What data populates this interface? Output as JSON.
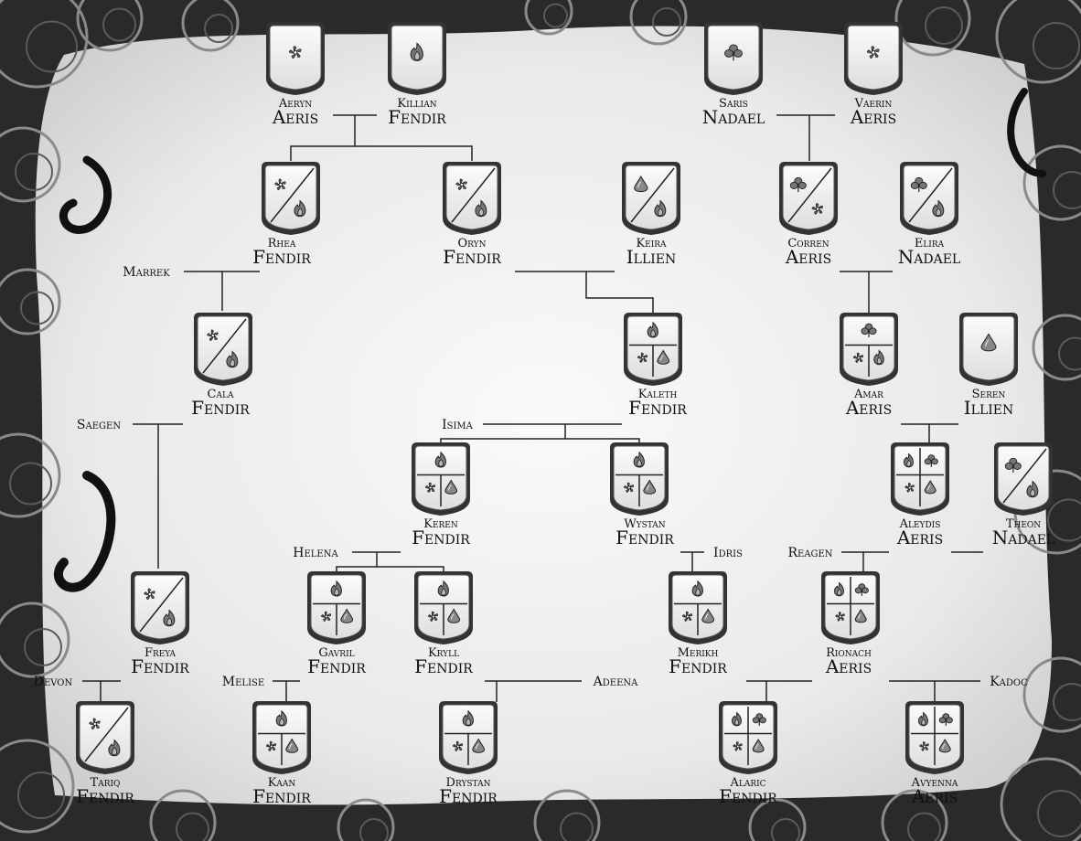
{
  "colors": {
    "parchment": "#efefef",
    "ink": "#111111",
    "frame": "#2a2a2a",
    "shield_fill": "#f4f4f4"
  },
  "people": [
    {
      "id": "aeryn",
      "given": "Aeryn",
      "family": "Aeris",
      "crest": [
        "wind"
      ]
    },
    {
      "id": "killian",
      "given": "Killian",
      "family": "Fendir",
      "crest": [
        "fire"
      ]
    },
    {
      "id": "saris",
      "given": "Saris",
      "family": "Nadael",
      "crest": [
        "leaf"
      ]
    },
    {
      "id": "vaerin",
      "given": "Vaerin",
      "family": "Aeris",
      "crest": [
        "wind"
      ]
    },
    {
      "id": "rhea",
      "given": "Rhea",
      "family": "Fendir",
      "crest": [
        "wind",
        "fire"
      ]
    },
    {
      "id": "oryn",
      "given": "Oryn",
      "family": "Fendir",
      "crest": [
        "wind",
        "fire"
      ]
    },
    {
      "id": "keira",
      "given": "Keira",
      "family": "Illien",
      "crest": [
        "water",
        "fire"
      ]
    },
    {
      "id": "corren",
      "given": "Corren",
      "family": "Aeris",
      "crest": [
        "leaf",
        "wind"
      ]
    },
    {
      "id": "elira",
      "given": "Elira",
      "family": "Nadael",
      "crest": [
        "leaf",
        "fire"
      ]
    },
    {
      "id": "cala",
      "given": "Cala",
      "family": "Fendir",
      "crest": [
        "wind",
        "fire"
      ]
    },
    {
      "id": "kaleth",
      "given": "Kaleth",
      "family": "Fendir",
      "crest": [
        "fire",
        "wind",
        "water"
      ]
    },
    {
      "id": "amar",
      "given": "Amar",
      "family": "Aeris",
      "crest": [
        "leaf",
        "wind",
        "fire"
      ]
    },
    {
      "id": "seren",
      "given": "Seren",
      "family": "Illien",
      "crest": [
        "water"
      ]
    },
    {
      "id": "keren",
      "given": "Keren",
      "family": "Fendir",
      "crest": [
        "fire",
        "wind",
        "water"
      ]
    },
    {
      "id": "wystan",
      "given": "Wystan",
      "family": "Fendir",
      "crest": [
        "fire",
        "wind",
        "water"
      ]
    },
    {
      "id": "aleydis",
      "given": "Aleydis",
      "family": "Aeris",
      "crest": [
        "fire",
        "leaf",
        "wind",
        "water"
      ]
    },
    {
      "id": "theon",
      "given": "Theon",
      "family": "Nadael",
      "crest": [
        "leaf",
        "fire"
      ]
    },
    {
      "id": "freya",
      "given": "Freya",
      "family": "Fendir",
      "crest": [
        "wind",
        "fire"
      ]
    },
    {
      "id": "gavril",
      "given": "Gavril",
      "family": "Fendir",
      "crest": [
        "fire",
        "wind",
        "water"
      ]
    },
    {
      "id": "kryll",
      "given": "Kryll",
      "family": "Fendir",
      "crest": [
        "fire",
        "wind",
        "water"
      ]
    },
    {
      "id": "merikh",
      "given": "Merikh",
      "family": "Fendir",
      "crest": [
        "fire",
        "wind",
        "water"
      ]
    },
    {
      "id": "rionach",
      "given": "Rionach",
      "family": "Aeris",
      "crest": [
        "fire",
        "leaf",
        "wind",
        "water"
      ]
    },
    {
      "id": "tariq",
      "given": "Tariq",
      "family": "Fendir",
      "crest": [
        "wind",
        "fire"
      ]
    },
    {
      "id": "kaan",
      "given": "Kaan",
      "family": "Fendir",
      "crest": [
        "fire",
        "wind",
        "water"
      ]
    },
    {
      "id": "drystan",
      "given": "Drystan",
      "family": "Fendir",
      "crest": [
        "fire",
        "wind",
        "water"
      ]
    },
    {
      "id": "alaric",
      "given": "Alaric",
      "family": "Fendir",
      "crest": [
        "fire",
        "leaf",
        "wind",
        "water"
      ]
    },
    {
      "id": "avyenna",
      "given": "Avyenna",
      "family": "Aeris",
      "crest": [
        "fire",
        "leaf",
        "wind",
        "water"
      ]
    }
  ],
  "spouses": [
    {
      "id": "marrek",
      "name": "Marrek"
    },
    {
      "id": "saegen",
      "name": "Saegen"
    },
    {
      "id": "isima",
      "name": "Isima"
    },
    {
      "id": "helena",
      "name": "Helena"
    },
    {
      "id": "idris",
      "name": "Idris"
    },
    {
      "id": "reagen",
      "name": "Reagen"
    },
    {
      "id": "devon",
      "name": "Devon"
    },
    {
      "id": "melise",
      "name": "Melise"
    },
    {
      "id": "adeena",
      "name": "Adeena"
    },
    {
      "id": "kadoc",
      "name": "Kadoc"
    }
  ]
}
